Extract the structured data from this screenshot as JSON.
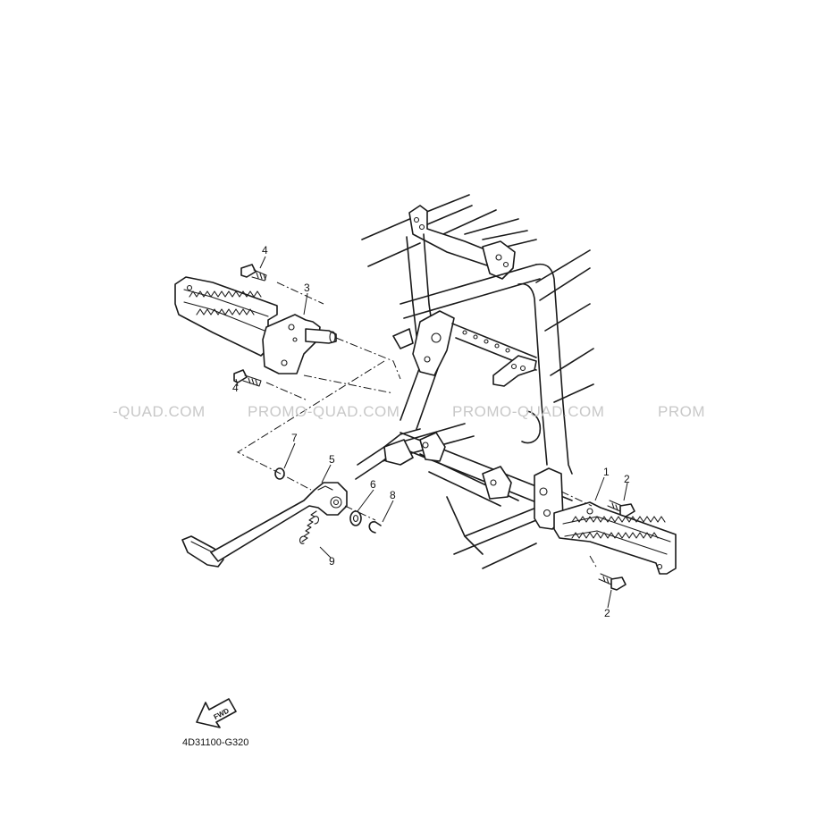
{
  "diagram": {
    "drawing_code": "4D31100-G320",
    "fwd_label": "FWD",
    "watermark": {
      "texts": [
        "-QUAD.COM",
        "PROMO-QUAD.COM",
        "PROMO-QUAD.COM",
        "PROM"
      ]
    },
    "callouts": [
      {
        "id": "c1",
        "label": "1"
      },
      {
        "id": "c2a",
        "label": "2"
      },
      {
        "id": "c2b",
        "label": "2"
      },
      {
        "id": "c3",
        "label": "3"
      },
      {
        "id": "c4a",
        "label": "4"
      },
      {
        "id": "c4b",
        "label": "4"
      },
      {
        "id": "c5",
        "label": "5"
      },
      {
        "id": "c6",
        "label": "6"
      },
      {
        "id": "c7",
        "label": "7"
      },
      {
        "id": "c8",
        "label": "8"
      },
      {
        "id": "c9",
        "label": "9"
      }
    ]
  }
}
